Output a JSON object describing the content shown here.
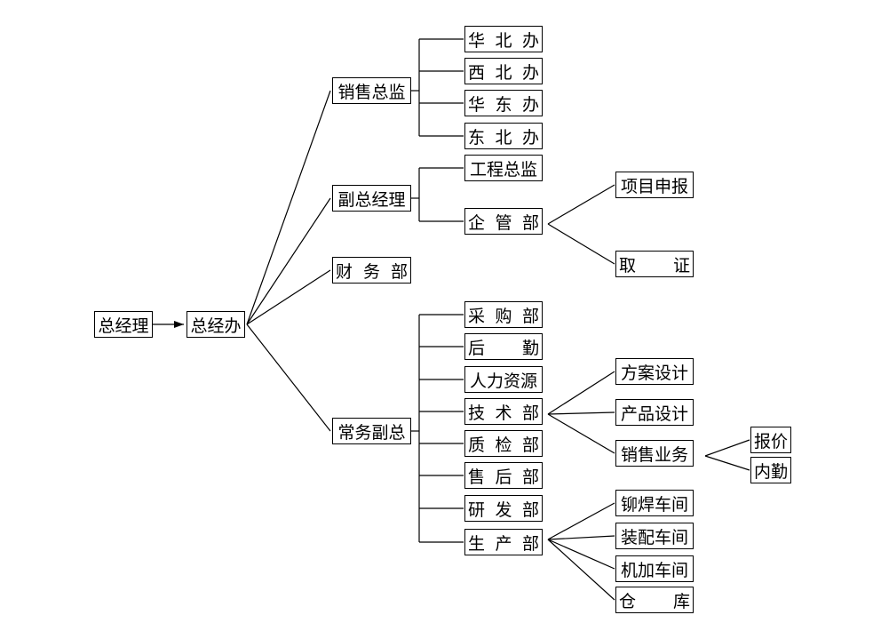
{
  "org": {
    "root": "总经理",
    "office": "总经办",
    "level1": [
      "销售总监",
      "副总经理",
      "财务部",
      "常务副总"
    ],
    "sales_offices": [
      "华北办",
      "西北办",
      "华东办",
      "东北办"
    ],
    "vp_units": [
      "工程总监",
      "企管部"
    ],
    "qiguan_children": [
      "项目申报",
      "取证"
    ],
    "ops_units": [
      "采购部",
      "后勤",
      "人力资源",
      "技术部",
      "质检部",
      "售后部",
      "研发部",
      "生产部"
    ],
    "tech_children": [
      "方案设计",
      "产品设计",
      "销售业务"
    ],
    "sales_biz_children": [
      "报价",
      "内勤"
    ],
    "production_children": [
      "铆焊车间",
      "装配车间",
      "机加车间",
      "仓库"
    ]
  }
}
